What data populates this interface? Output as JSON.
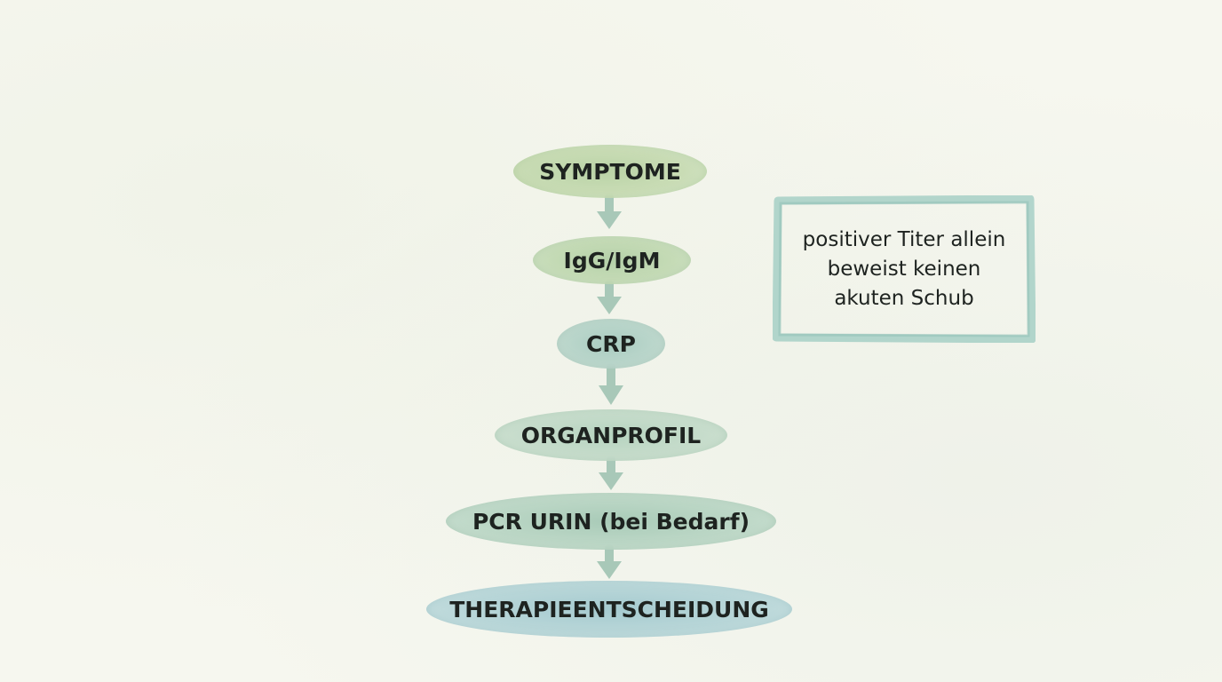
{
  "flow": {
    "nodes": [
      {
        "id": "symptome",
        "label": "SYMPTOME"
      },
      {
        "id": "igg",
        "label": "IgG/IgM"
      },
      {
        "id": "crp",
        "label": "CRP"
      },
      {
        "id": "organprofil",
        "label": "ORGANPROFIL"
      },
      {
        "id": "pcr",
        "label": "PCR URIN (bei Bedarf)"
      },
      {
        "id": "therapie",
        "label": "THERAPIEENTSCHEIDUNG"
      }
    ]
  },
  "note": {
    "text": "positiver Titer allein\nbeweist keinen\nakuten Schub"
  },
  "colors": {
    "arrow": "#a8c8b8",
    "note_border": "#9cc7bf",
    "text": "#1e2320",
    "paper": "#f6f7ef"
  }
}
